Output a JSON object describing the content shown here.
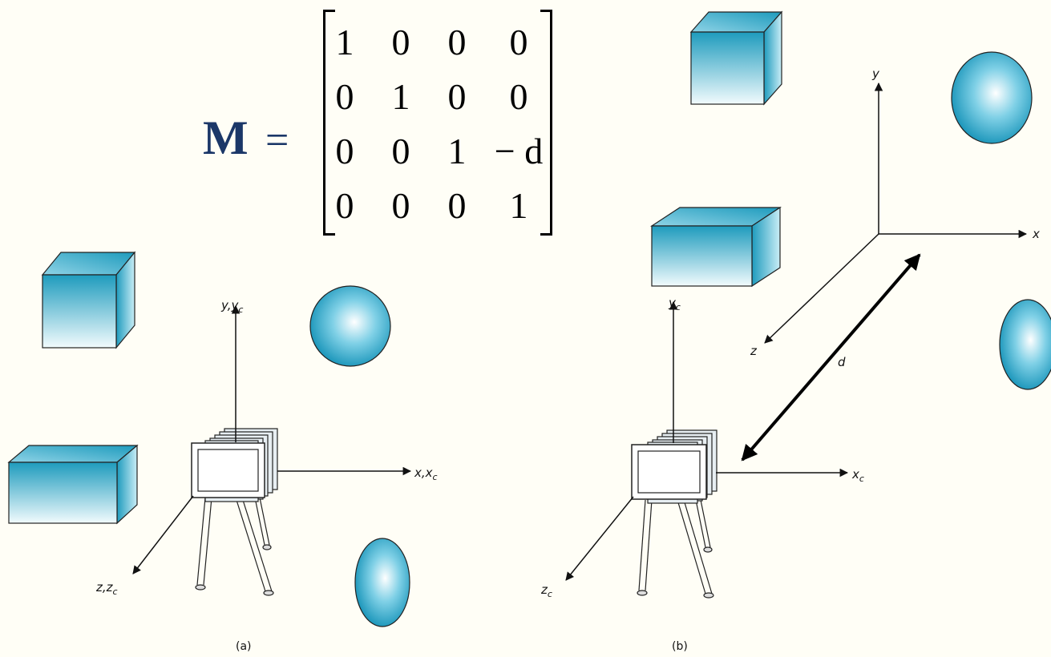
{
  "matrix": {
    "lhs": "M",
    "equals": "=",
    "rows": [
      [
        "1",
        "0",
        "0",
        "0"
      ],
      [
        "0",
        "1",
        "0",
        "0"
      ],
      [
        "0",
        "0",
        "1",
        "− d"
      ],
      [
        "0",
        "0",
        "0",
        "1"
      ]
    ]
  },
  "panel_a": {
    "caption": "(a)",
    "axis_y": "y,y",
    "axis_y_sub": "c",
    "axis_x": "x,x",
    "axis_x_sub": "c",
    "axis_z": "z,z",
    "axis_z_sub": "c"
  },
  "panel_b": {
    "caption": "(b)",
    "camera_axis_y": "y",
    "camera_axis_y_sub": "c",
    "camera_axis_x": "x",
    "camera_axis_x_sub": "c",
    "camera_axis_z": "z",
    "camera_axis_z_sub": "c",
    "world_axis_y": "y",
    "world_axis_x": "x",
    "world_axis_z": "z",
    "distance_label": "d"
  },
  "colors": {
    "text_dark_blue": "#1b3768",
    "object_teal": "#1e9bbd",
    "object_light": "#f2fbfd",
    "background": "#fffef6"
  }
}
